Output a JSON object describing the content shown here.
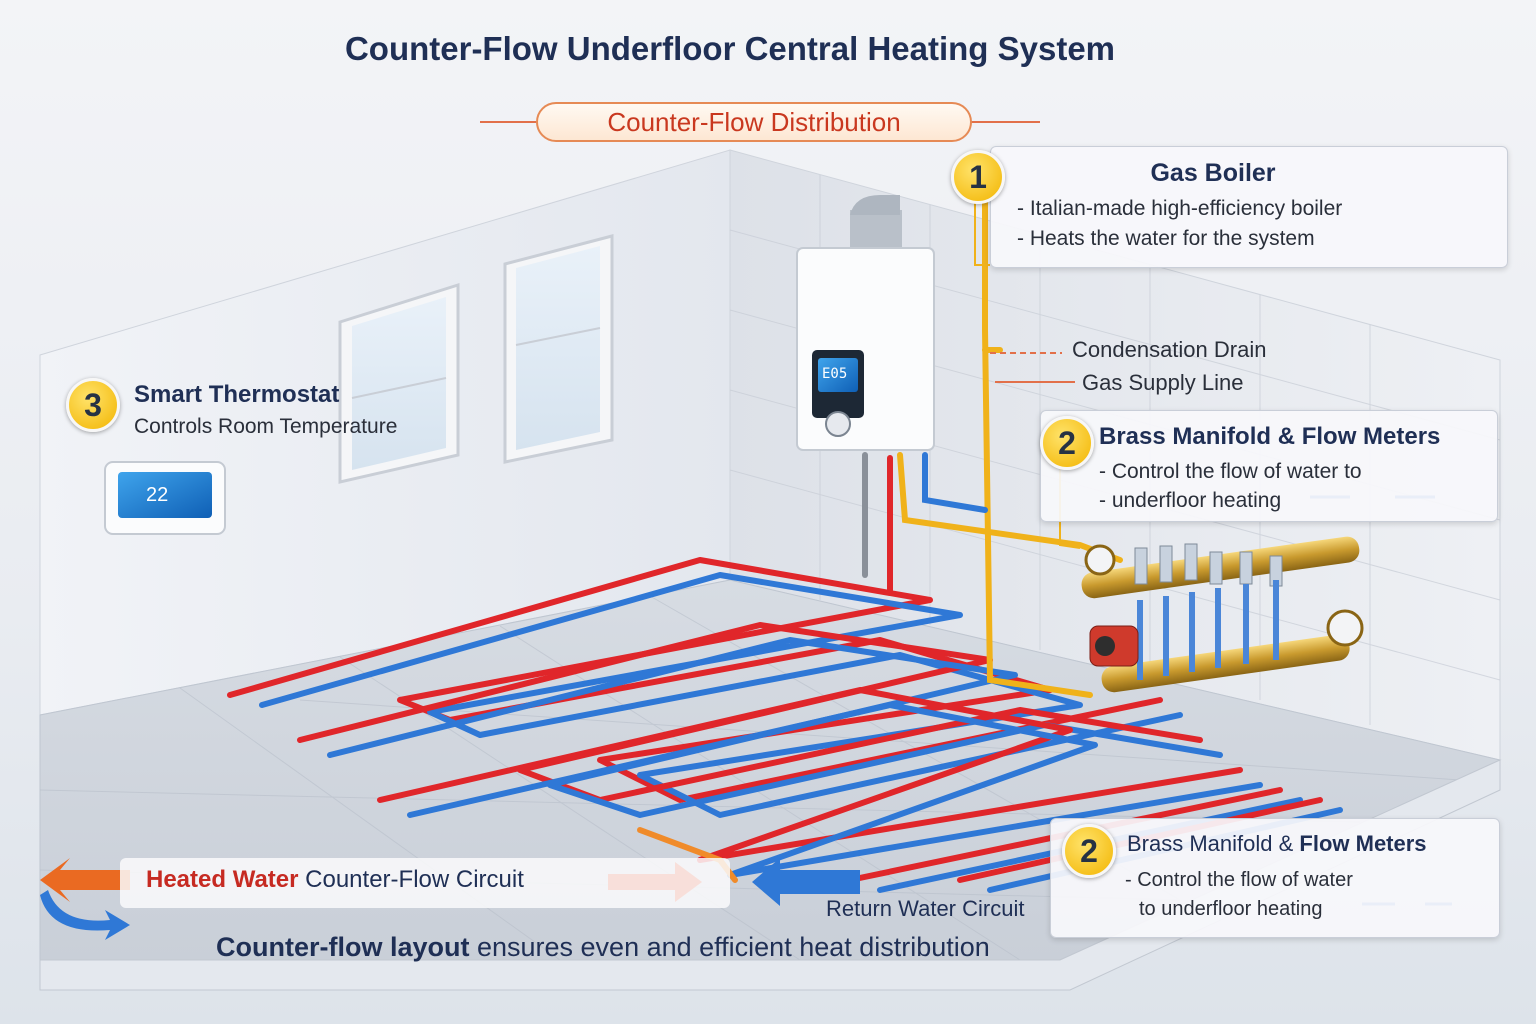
{
  "title": "Counter-Flow Underfloor Central Heating System",
  "subtitle": "Counter-Flow Distribution",
  "boiler_callout": {
    "number": "1",
    "heading": "Gas Boiler",
    "bullets": [
      "- Italian-made high-efficiency boiler",
      "- Heats the water for the system"
    ]
  },
  "condensation_label": "Condensation Drain",
  "gas_supply_label": "Gas Supply Line",
  "manifold_callout": {
    "number": "2",
    "heading": "Brass Manifold & Flow Meters",
    "bullets": [
      "- Control the flow of water to",
      "- underfloor heating"
    ]
  },
  "manifold_callout_lower": {
    "number": "2",
    "heading_light": "Brass Manifold & ",
    "heading_bold": "Flow Meters",
    "bullets": [
      "- Control the flow of water",
      "to underfloor heating"
    ]
  },
  "thermostat_callout": {
    "number": "3",
    "heading": "Smart Thermostat",
    "text": "Controls Room Temperature"
  },
  "thermostat_display": "22",
  "boiler_display": "E05",
  "heated_circuit": {
    "red_part": "Heated Water",
    "rest": " Counter-Flow Circuit"
  },
  "return_circuit": "Return Water Circuit",
  "bottom_caption": {
    "bold": "Counter-flow layout",
    "rest": " ensures even and efficient heat distribution"
  },
  "colors": {
    "supply": "#e0262a",
    "return": "#2f78d6",
    "gas": "#f0b21a",
    "accent": "#f2b400",
    "navy": "#1f2f55"
  }
}
